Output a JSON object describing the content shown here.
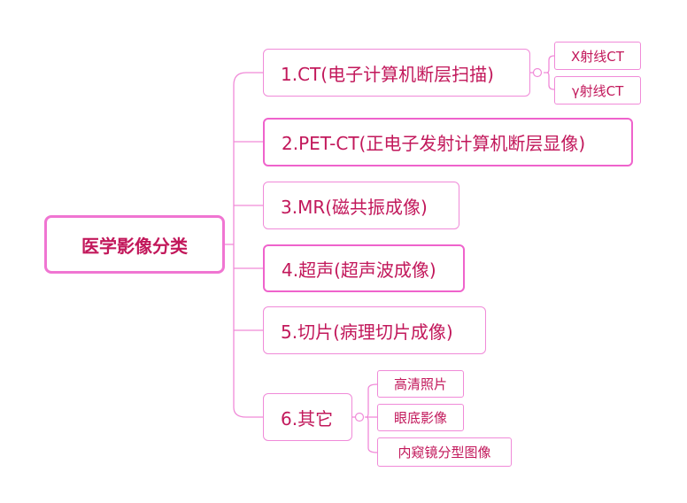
{
  "root": {
    "label": "医学影像分类"
  },
  "branches": [
    {
      "label": "1.CT(电子计算机断层扫描)",
      "children": [
        "X射线CT",
        "γ射线CT"
      ]
    },
    {
      "label": "2.PET-CT(正电子发射计算机断层显像)",
      "children": []
    },
    {
      "label": "3.MR(磁共振成像)",
      "children": []
    },
    {
      "label": "4.超声(超声波成像)",
      "children": []
    },
    {
      "label": "5.切片(病理切片成像)",
      "children": []
    },
    {
      "label": "6.其它",
      "children": [
        "高清照片",
        "眼底影像",
        "内窥镜分型图像"
      ]
    }
  ],
  "colors": {
    "accent": "#ef63cc",
    "line": "#f08ad8",
    "text": "#c2185b"
  }
}
